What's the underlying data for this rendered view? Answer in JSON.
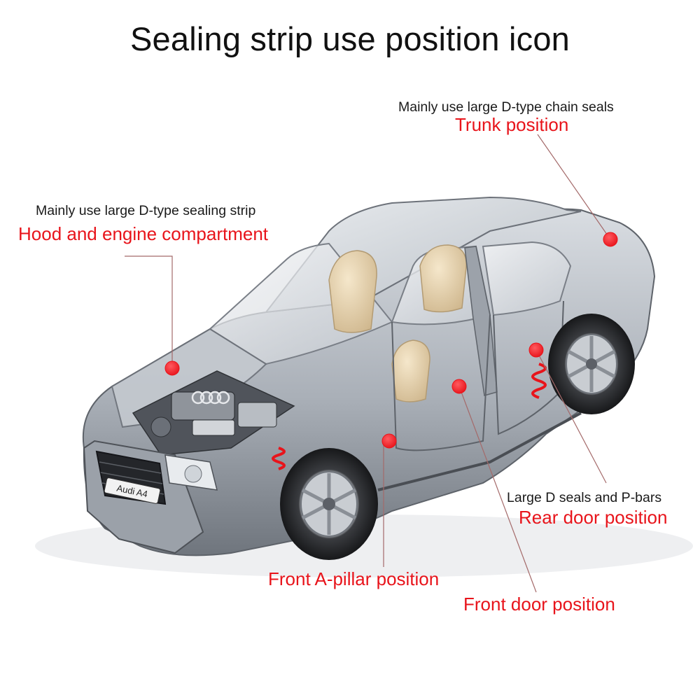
{
  "title": "Sealing strip use position icon",
  "vehicle": {
    "plate": "Audi A4",
    "emblem": "four-rings-logo"
  },
  "colors": {
    "marker": "#e8141b",
    "label": "#e8141b",
    "leader": "#a46a6a",
    "body": "#9aa0a8",
    "interior": "#e6d3b0"
  },
  "callouts": [
    {
      "id": "trunk",
      "note": "Mainly use large D-type chain seals",
      "label": "Trunk position"
    },
    {
      "id": "hood",
      "note": "Mainly use large D-type sealing strip",
      "label": "Hood and engine compartment"
    },
    {
      "id": "rear-door",
      "note": "Large D seals and P-bars",
      "label": "Rear door position"
    },
    {
      "id": "a-pillar",
      "note": "",
      "label": "Front A-pillar position"
    },
    {
      "id": "front-door",
      "note": "",
      "label": "Front door position"
    }
  ]
}
